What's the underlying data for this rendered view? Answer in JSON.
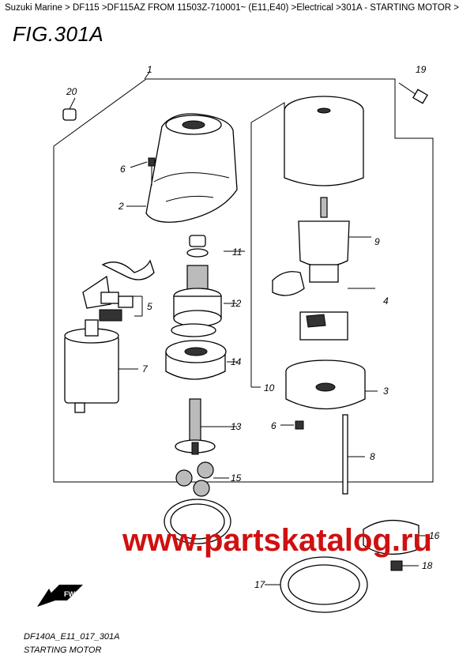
{
  "breadcrumb": "Suzuki Marine > DF115 >DF115AZ FROM 11503Z-710001~ (E11,E40) >Electrical >301A - STARTING MOTOR >",
  "figure": {
    "title": "FIG.301A"
  },
  "callouts": {
    "c1": "1",
    "c2": "2",
    "c3": "3",
    "c4": "4",
    "c5": "5",
    "c6a": "6",
    "c6b": "6",
    "c7": "7",
    "c8": "8",
    "c9": "9",
    "c10": "10",
    "c11": "11",
    "c12": "12",
    "c13": "13",
    "c14": "14",
    "c15": "15",
    "c16": "16",
    "c17": "17",
    "c18": "18",
    "c19": "19",
    "c20": "20"
  },
  "fwd_label": "FWD",
  "watermark": "www.partskatalog.ru",
  "code_label": "DF140A_E11_017_301A",
  "caption": "STARTING MOTOR"
}
